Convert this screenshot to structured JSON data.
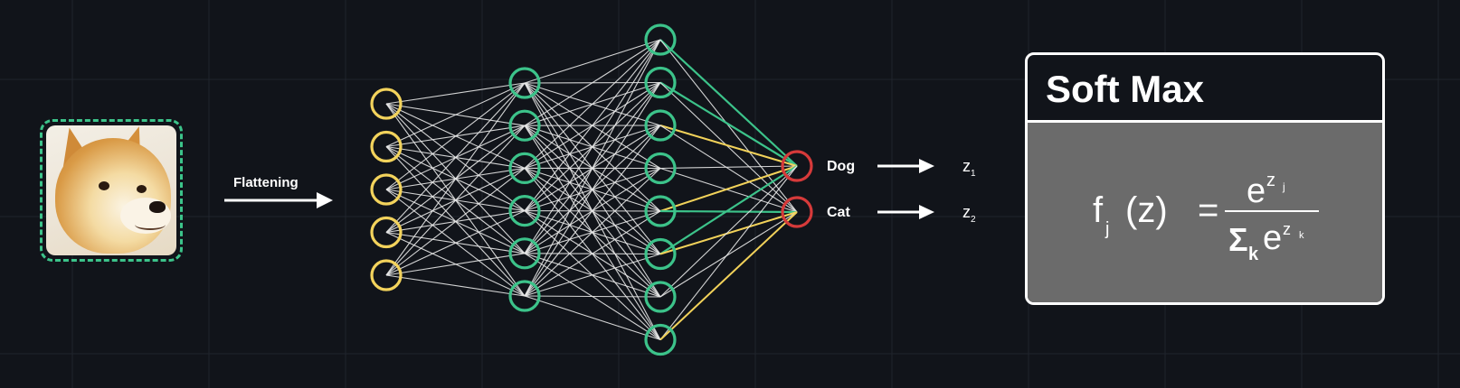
{
  "diagram": {
    "flatten_label": "Flattening",
    "classes": [
      "Dog",
      "Cat"
    ],
    "outputs": [
      {
        "base": "z",
        "sub": "1"
      },
      {
        "base": "z",
        "sub": "2"
      }
    ],
    "layers": {
      "input_nodes": 5,
      "hidden1_nodes": 6,
      "hidden2_nodes": 8,
      "output_nodes": 2
    },
    "colors": {
      "input": "#f3d35c",
      "hidden": "#3cc38a",
      "output": "#d63a3a",
      "background": "#11141a"
    }
  },
  "softmax": {
    "title": "Soft Max",
    "lhs_f": "f",
    "lhs_sub": "j",
    "lhs_arg": "(z)",
    "equals": "=",
    "num_base": "e",
    "num_exp": "z",
    "num_exp_sub": "j",
    "den_sigma": "Σ",
    "den_sigma_sub": "k",
    "den_base": "e",
    "den_exp": "z",
    "den_exp_sub": "k"
  }
}
